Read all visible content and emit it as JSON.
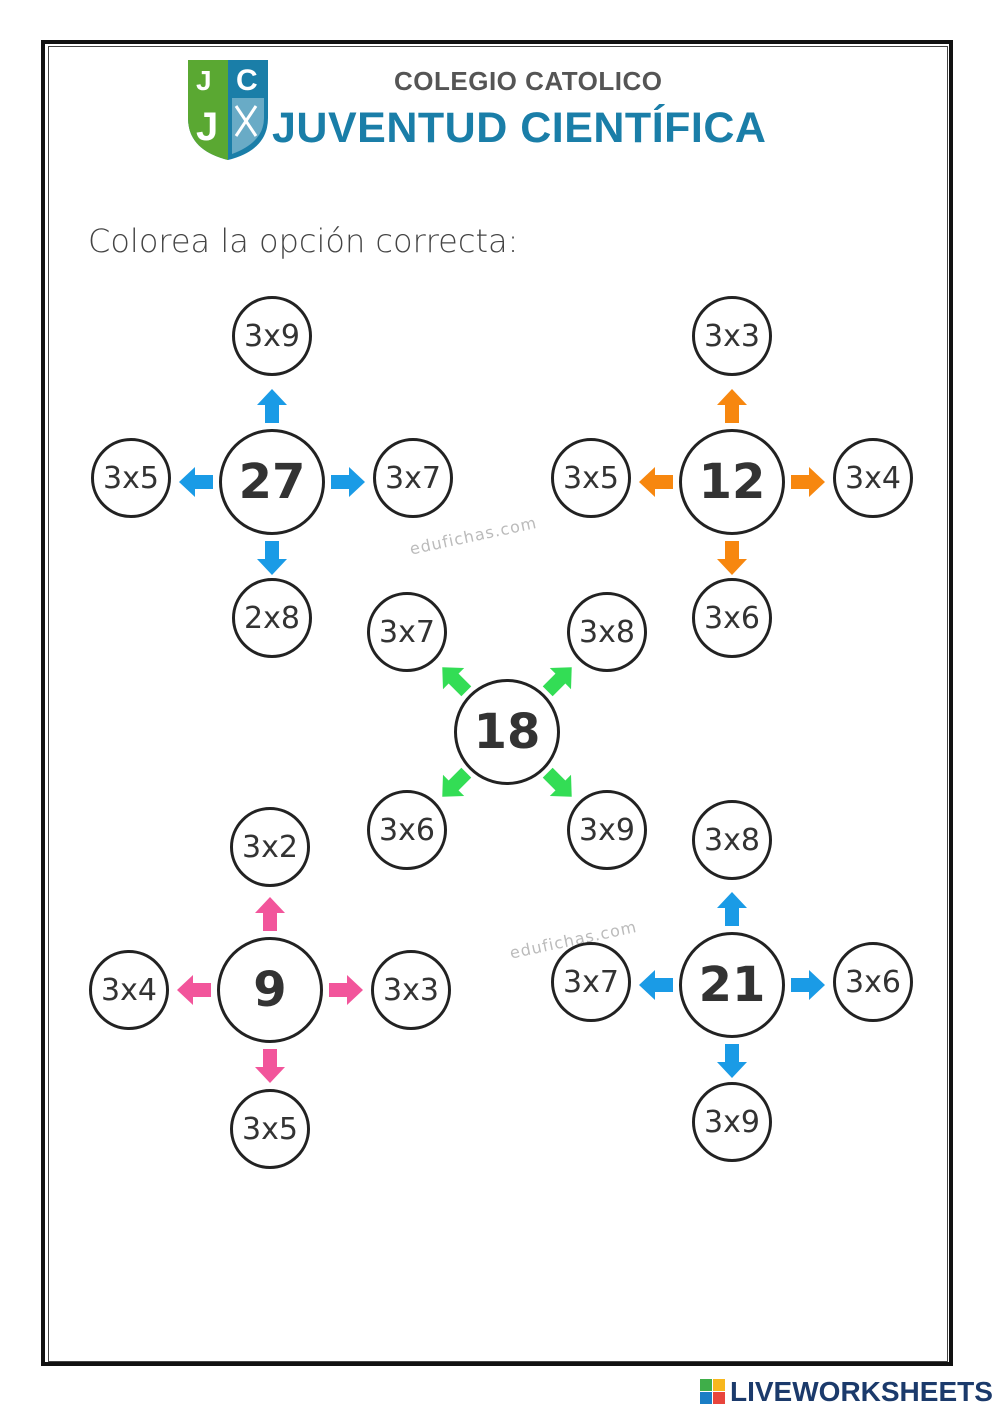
{
  "header": {
    "logo_letters": [
      "J",
      "C",
      "J"
    ],
    "school_line1": "COLEGIO CATOLICO",
    "school_line2": "JUVENTUD CIENTÍFICA"
  },
  "instruction": "Colorea la opción correcta:",
  "watermark": "edufichas.com",
  "brand": "LIVEWORKSHEETS",
  "colors": {
    "blue": "#1a9be6",
    "orange": "#f7870f",
    "green": "#33dd55",
    "pink": "#f2559b",
    "logo_green": "#5aa832",
    "logo_blue": "#1a7ea8"
  },
  "clusters": [
    {
      "center": "27",
      "color": "blue",
      "layout": "cross",
      "up": "3x9",
      "left": "3x5",
      "right": "3x7",
      "down": "2x8"
    },
    {
      "center": "12",
      "color": "orange",
      "layout": "cross",
      "up": "3x3",
      "left": "3x5",
      "right": "3x4",
      "down": "3x6"
    },
    {
      "center": "18",
      "color": "green",
      "layout": "diagonal",
      "up_left": "3x7",
      "up_right": "3x8",
      "down_left": "3x6",
      "down_right": "3x9"
    },
    {
      "center": "9",
      "color": "pink",
      "layout": "cross",
      "up": "3x2",
      "left": "3x4",
      "right": "3x3",
      "down": "3x5"
    },
    {
      "center": "21",
      "color": "blue",
      "layout": "cross",
      "up": "3x8",
      "left": "3x7",
      "right": "3x6",
      "down": "3x9"
    }
  ]
}
